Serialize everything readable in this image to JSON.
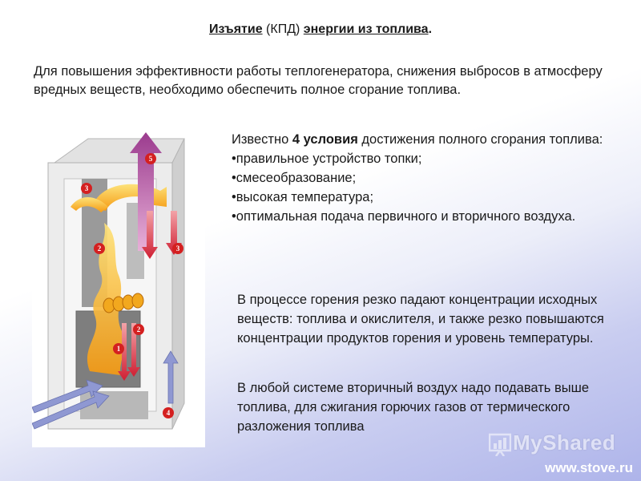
{
  "title": {
    "part1": "Изъятие",
    "part2": " (КПД) ",
    "part3": "энергии из топлива",
    "part4": "."
  },
  "intro": "Для повышения эффективности работы теплогенератора, снижения выбросов в атмосферу вредных веществ, необходимо обеспечить  полное сгорание топлива.",
  "conditions": {
    "lead_before": "Известно ",
    "lead_bold": "4 условия",
    "lead_after": " достижения полного сгорания топлива:",
    "items": [
      "•правильное устройство топки;",
      "•смесеобразование;",
      "•высокая температура;",
      "•оптимальная подача первичного и вторичного воздуха."
    ]
  },
  "paragraph1": "В процессе горения резко падают концентрации исходных веществ: топлива и окислителя,  и также резко повышаются концентрации продуктов горения и уровень температуры.",
  "paragraph2": "В любой системе вторичный воздух надо подавать выше топлива, для сжигания горючих газов от термического разложения топлива",
  "figure": {
    "markers": [
      "5",
      "3",
      "3",
      "2",
      "2",
      "1",
      "4"
    ]
  },
  "watermark": "MyShared",
  "website": "www.stove.ru",
  "colors": {
    "flame": "#f7b21a",
    "hot_arrow": "#d9263a",
    "exhaust_arrow": "#b04a9a",
    "air_arrow": "#7a86c8",
    "marker": "#d42020"
  }
}
